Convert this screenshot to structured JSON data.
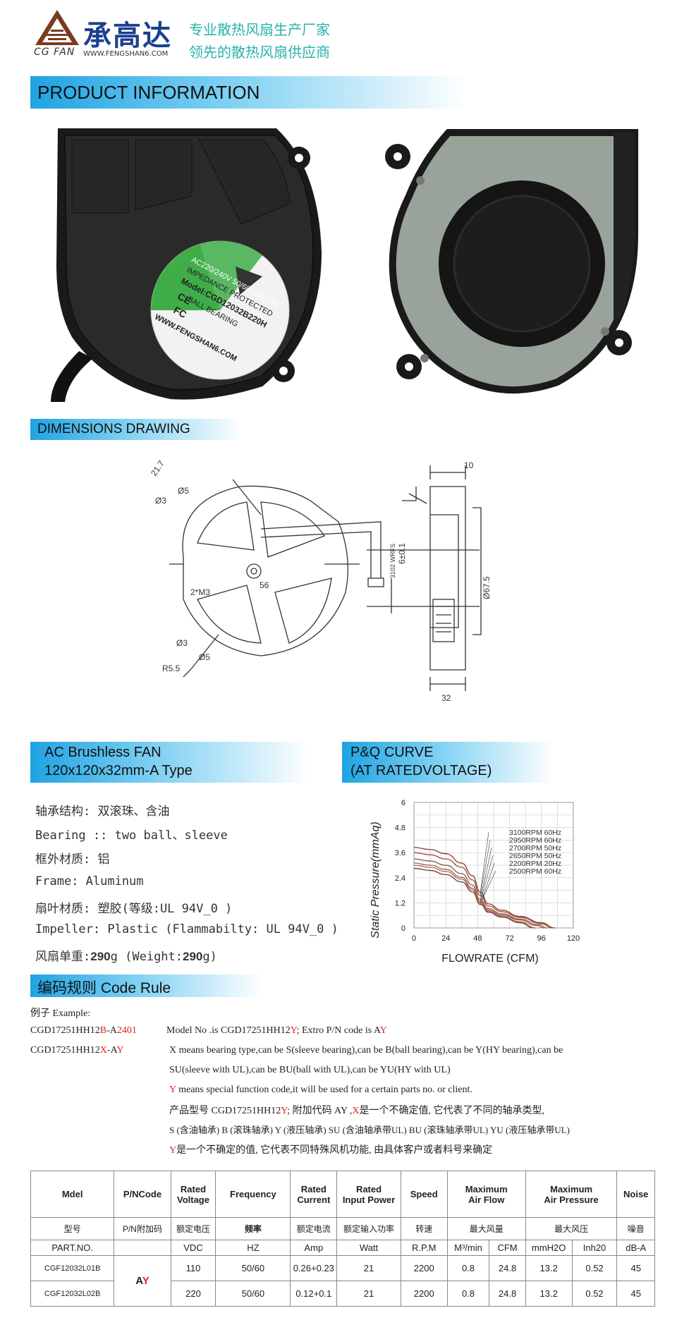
{
  "header": {
    "brand_cn": "承高达",
    "brand_en": "CG FAN",
    "url": "WWW.FENGSHAN6.COM",
    "slogan_1": "专业散热风扇生产厂家",
    "slogan_2": "领先的散热风扇供应商"
  },
  "sections": {
    "product_info": "PRODUCT  INFORMATION",
    "dimensions": "DIMENSIONS  DRAWING",
    "fan_title_1": "AC  Brushless  FAN",
    "fan_title_2": "120x120x32mm-A Type",
    "pq_title_1": "P&Q  CURVE",
    "pq_title_2": "(AT  RATEDVOLTAGE)",
    "code_rule": "编码规则 Code  Rule"
  },
  "fan_label": {
    "line1": "AC220/240V  50/60Hz  0.12A",
    "line2": "IMPEDANCE  PROTECTED",
    "line3": "Model:CGD12032B220H",
    "line4": "BALL BEARING",
    "line5": "WWW.FENGSHAN6.COM"
  },
  "dimensions": {
    "d1": "21.7",
    "d2": "Ø5",
    "d3": "Ø3",
    "d4": "2*M3",
    "d5": "56",
    "d6": "Ø3",
    "d7": "R5.5",
    "d8": "Ø5",
    "d9": "10",
    "d10": "6±0.1",
    "d11": "3102 WRFS",
    "d12": "Ø67.5",
    "d13": "32"
  },
  "specs": {
    "bearing_cn": "轴承结构: 双滚珠、含油",
    "bearing_en": "Bearing :: two  ball、sleeve",
    "frame_cn": "框外材质:  铝",
    "frame_en": "Frame:  Aluminum",
    "impeller_cn": "扇叶材质: 塑胶(等级:UL 94V_0 )",
    "impeller_en": "Impeller: Plastic  (Flammabilty: UL 94V_0 )",
    "weight_prefix": "风扇单重:",
    "weight_value": "290",
    "weight_unit": "g",
    "weight_mid": "(Weight:",
    "weight_value2": "290",
    "weight_end": "g)"
  },
  "chart_data": {
    "type": "line",
    "title": "",
    "xlabel": "FLOWRATE (CFM)",
    "ylabel": "Static  Pressure(mmAq)",
    "xlim": [
      0,
      120
    ],
    "ylim": [
      0,
      6
    ],
    "xticks": [
      "0",
      "24",
      "48",
      "72",
      "96",
      "120"
    ],
    "yticks": [
      "0",
      "1.2",
      "2.4",
      "3.6",
      "4.8",
      "6"
    ],
    "series": [
      {
        "name": "3100RPM  60Hz",
        "x": [
          0,
          12,
          24,
          36,
          44,
          50,
          56,
          66,
          80,
          96,
          106
        ],
        "y": [
          3.85,
          3.75,
          3.55,
          3.1,
          2.5,
          1.7,
          1.15,
          0.85,
          0.55,
          0.25,
          0.0
        ]
      },
      {
        "name": "2950RPM  60Hz",
        "x": [
          0,
          12,
          24,
          36,
          44,
          50,
          56,
          66,
          80,
          96,
          104
        ],
        "y": [
          3.6,
          3.5,
          3.3,
          2.9,
          2.3,
          1.55,
          1.05,
          0.78,
          0.5,
          0.2,
          0.0
        ]
      },
      {
        "name": "2700RPM  50Hz",
        "x": [
          0,
          12,
          24,
          36,
          44,
          50,
          56,
          66,
          80,
          94,
          100
        ],
        "y": [
          3.3,
          3.2,
          3.0,
          2.6,
          2.05,
          1.35,
          0.92,
          0.68,
          0.42,
          0.15,
          0.0
        ]
      },
      {
        "name": "2650RPM  50Hz",
        "x": [
          0,
          12,
          24,
          36,
          44,
          50,
          56,
          66,
          80,
          92,
          98
        ],
        "y": [
          3.1,
          3.0,
          2.8,
          2.42,
          1.9,
          1.25,
          0.85,
          0.62,
          0.38,
          0.12,
          0.0
        ]
      },
      {
        "name": "2200RPM  20Hz",
        "x": [
          0,
          12,
          24,
          36,
          44,
          50,
          56,
          66,
          80,
          90
        ],
        "y": [
          2.85,
          2.75,
          2.55,
          2.2,
          1.72,
          1.12,
          0.75,
          0.52,
          0.25,
          0.0
        ]
      },
      {
        "name": "2500RPM  60Hz",
        "x": [
          0,
          12,
          24,
          36,
          44,
          50,
          56,
          66,
          80,
          92
        ],
        "y": [
          3.0,
          2.9,
          2.7,
          2.33,
          1.82,
          1.18,
          0.8,
          0.57,
          0.3,
          0.0
        ]
      }
    ],
    "grid": true,
    "legend": "top-right"
  },
  "code_rule": {
    "example_label": "例子 Example:",
    "line1_code_a": "CGD17251HH12",
    "line1_code_b": "B",
    "line1_code_c": "-A",
    "line1_code_d": "2401",
    "line1_desc_a": "Model  No .is  CGD17251HH12",
    "line1_desc_b": "Y",
    "line1_desc_c": "; Extro  P/N  code  is  A",
    "line1_desc_d": "Y",
    "line2_code_a": "CGD17251HH12",
    "line2_code_b": "X",
    "line2_code_c": "-A",
    "line2_code_d": "Y",
    "line2_desc": "X  means bearing type,can be S(sleeve bearing),can be B(ball bearing),can be Y(HY bearing),can be",
    "line3": "SU(sleeve with UL),can be BU(ball with UL),can be YU(HY with UL)",
    "line4_a": "Y",
    "line4_b": " means special function code,it will be used for a certain parts no. or client.",
    "line5_a": "产品型号  CGD17251HH12",
    "line5_b": "Y",
    "line5_c": "; 附加代码  AY ,",
    "line5_d": "X",
    "line5_e": "是一个不确定值, 它代表了不同的轴承类型,",
    "line6": "S (含油轴承) B (滚珠轴承) Y (液压轴承) SU (含油轴承带UL) BU (滚珠轴承带UL) YU (液压轴承带UL)",
    "line7_a": "Y",
    "line7_b": "是一个不确定的值, 它代表不同特殊风机功能, 由具体客户或者料号来确定"
  },
  "table": {
    "headers": [
      "Mdel",
      "P/NCode",
      "Rated\nVoltage",
      "Frequency",
      "Rated\nCurrent",
      "Rated\nInput Power",
      "Speed",
      "Maximum\nAir Flow",
      "Maximum\nAir Pressure",
      "Noise"
    ],
    "headers_cn": [
      "型号",
      "P/N附加码",
      "额定电压",
      "频率",
      "额定电流",
      "额定输入功率",
      "转速",
      "最大风量",
      "最大风压",
      "噪音"
    ],
    "units": [
      "PART.NO.",
      "",
      "VDC",
      "HZ",
      "Amp",
      "Watt",
      "R.P.M",
      "M³/min",
      "CFM",
      "mmH2O",
      "Inh20",
      "dB-A"
    ],
    "pn_a": "A",
    "pn_y": "Y",
    "rows": [
      [
        "CGF12032L01B",
        "110",
        "50/60",
        "0.26+0.23",
        "21",
        "2200",
        "0.8",
        "24.8",
        "13.2",
        "0.52",
        "45"
      ],
      [
        "CGF12032L02B",
        "220",
        "50/60",
        "0.12+0.1",
        "21",
        "2200",
        "0.8",
        "24.8",
        "13.2",
        "0.52",
        "45"
      ]
    ]
  },
  "colors": {
    "accent_blue": "#1fa3e3",
    "brand_navy": "#1b3f8f",
    "slogan_teal": "#27b3a8",
    "highlight_red": "#e02020",
    "label_green": "#3fae49"
  }
}
